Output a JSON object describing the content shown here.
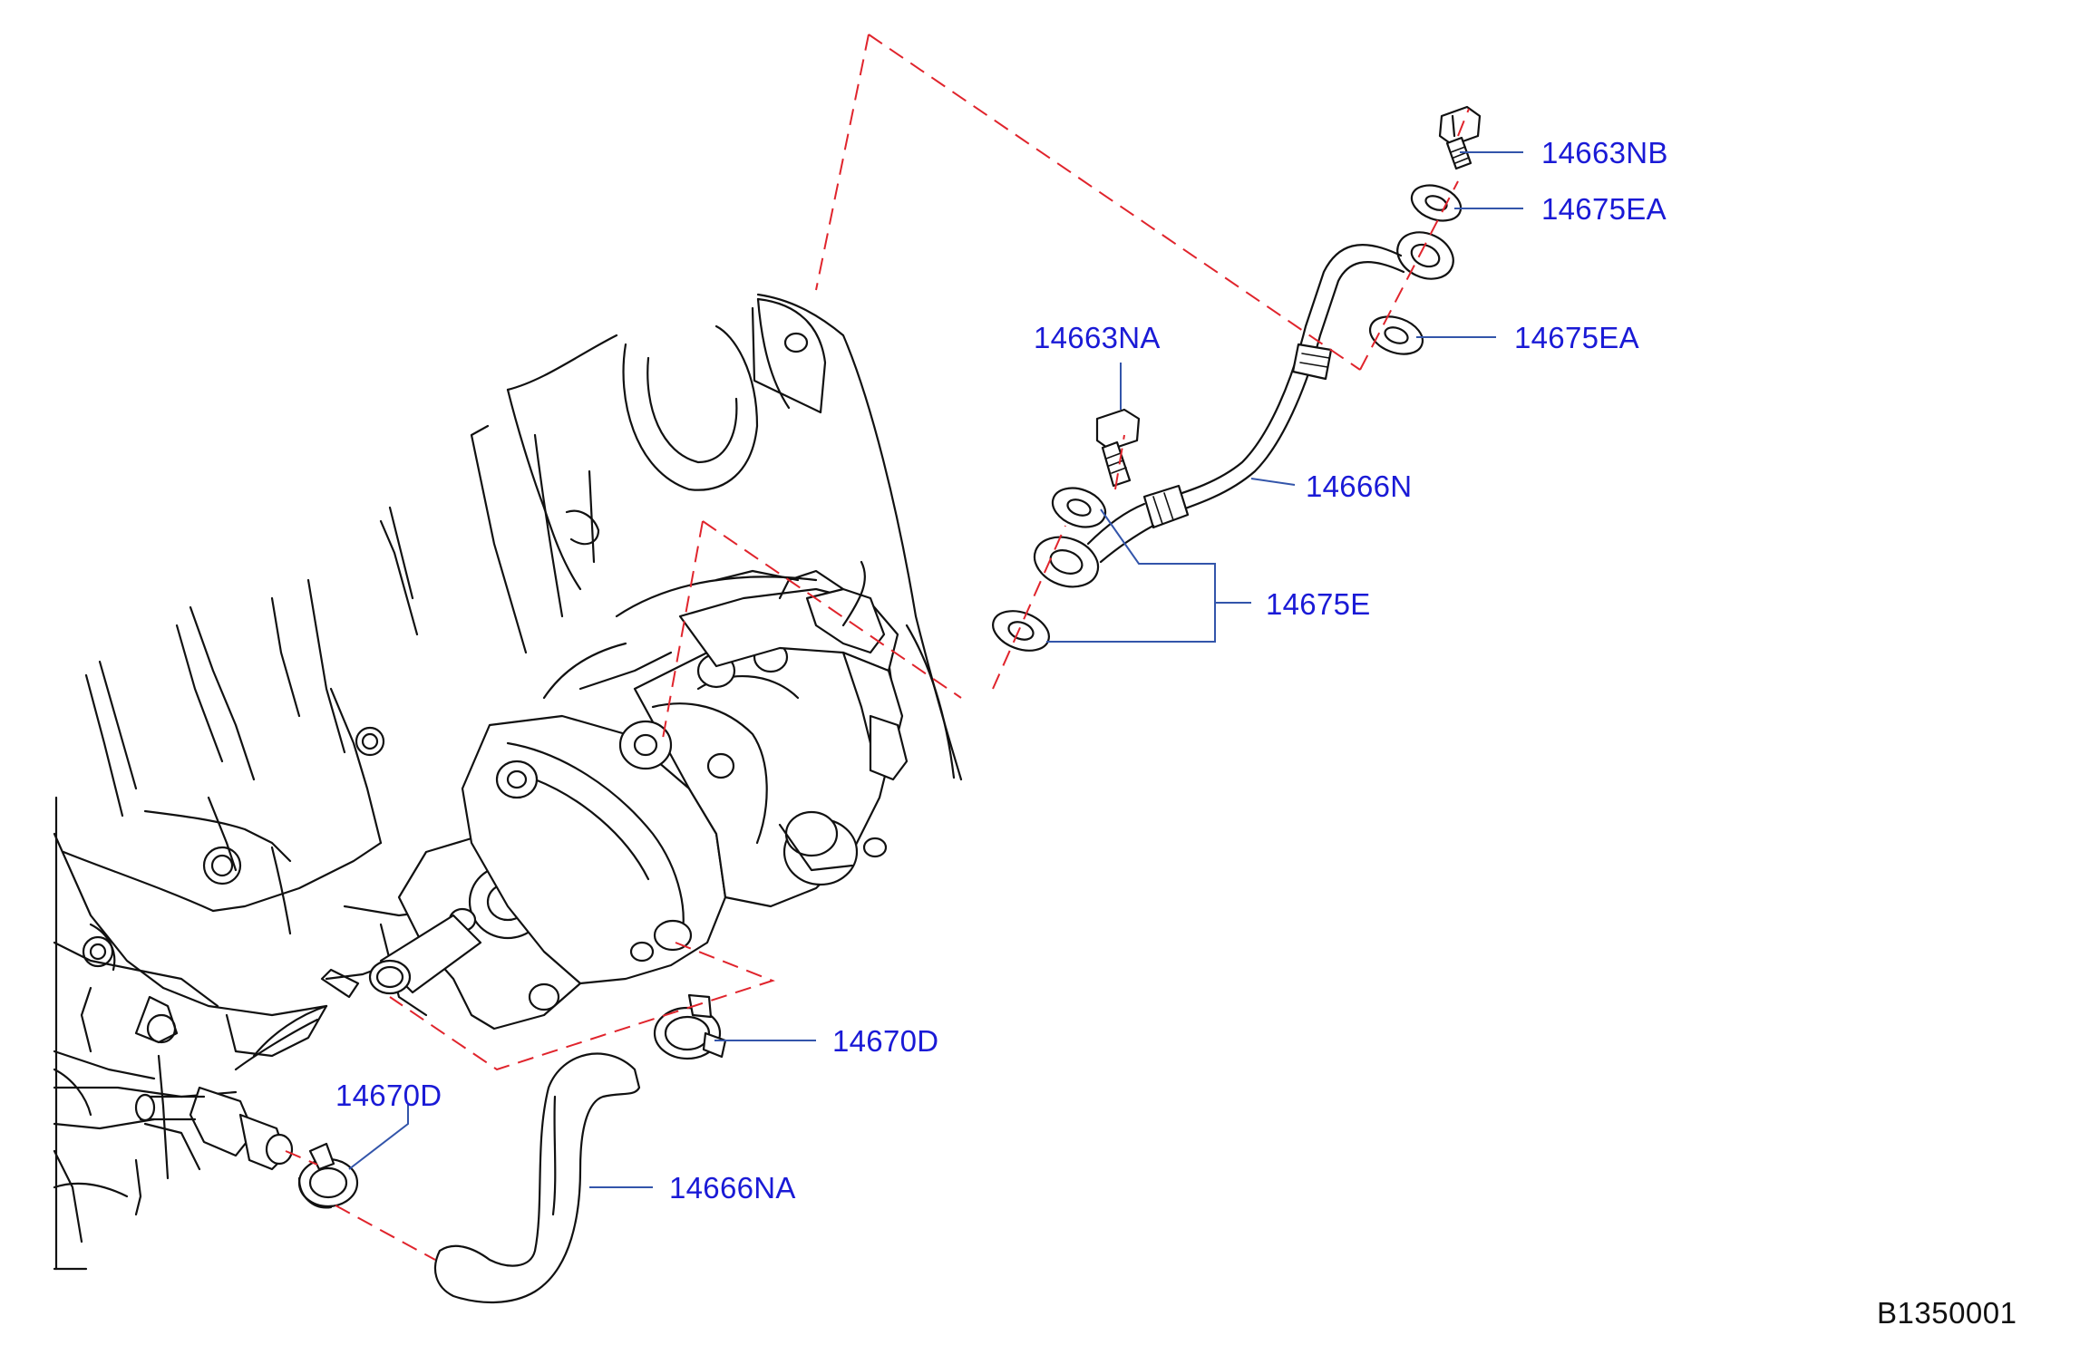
{
  "colors": {
    "callout_text": "#1a1ad6",
    "leader_line": "#3355aa",
    "dashed_line": "#e0242c",
    "line_art": "#111111"
  },
  "callouts": {
    "bolt_top": "14663NB",
    "washer_top": "14675EA",
    "washer_mid": "14675EA",
    "bolt_lower": "14663NA",
    "tube": "14666N",
    "washers_group": "14675E",
    "clamp_right": "14670D",
    "clamp_left": "14670D",
    "hose": "14666NA"
  },
  "figure_ref": "B1350001"
}
